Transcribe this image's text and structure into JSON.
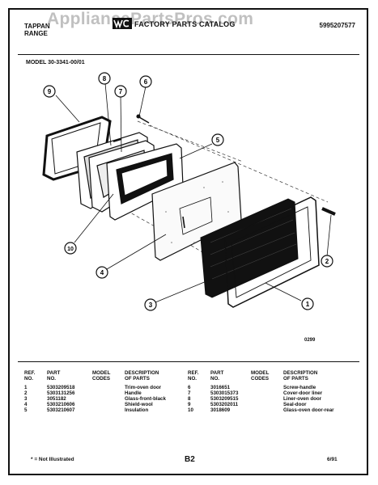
{
  "header": {
    "brand_line1": "TAPPAN",
    "brand_line2": "RANGE",
    "catalog_title": "FACTORY PARTS CATALOG",
    "catalog_code": "5995207577",
    "watermark": "AppliancePartsPros.com"
  },
  "model": "MODEL 30-3341-00/01",
  "diagram": {
    "callouts": [
      "9",
      "8",
      "7",
      "6",
      "5",
      "10",
      "4",
      "3",
      "2",
      "1"
    ],
    "ref_code": "0299"
  },
  "table": {
    "headers": {
      "ref_no": [
        "REF.",
        "NO."
      ],
      "part_no": [
        "PART",
        "NO."
      ],
      "model_codes": [
        "MODEL",
        "CODES"
      ],
      "description": [
        "DESCRIPTION",
        "OF PARTS"
      ]
    },
    "left_rows": [
      {
        "ref": "1",
        "part": "5303209518",
        "desc": "Trim-oven door"
      },
      {
        "ref": "2",
        "part": "5303131256",
        "desc": "Handle"
      },
      {
        "ref": "3",
        "part": "3051182",
        "desc": "Glass-front-black"
      },
      {
        "ref": "4",
        "part": "5303210606",
        "desc": "Shield-wool"
      },
      {
        "ref": "5",
        "part": "5303210607",
        "desc": "Insulation"
      }
    ],
    "right_rows": [
      {
        "ref": "6",
        "part": "3016651",
        "desc": "Screw-handle"
      },
      {
        "ref": "7",
        "part": "5303015373",
        "desc": "Cover-door liner"
      },
      {
        "ref": "8",
        "part": "5303209515",
        "desc": "Liner-oven door"
      },
      {
        "ref": "9",
        "part": "5303202011",
        "desc": "Seal-door"
      },
      {
        "ref": "10",
        "part": "3018609",
        "desc": "Glass-oven door-rear"
      }
    ]
  },
  "footer": {
    "note": "* = Not Illustrated",
    "page": "B2",
    "date": "6/91"
  }
}
